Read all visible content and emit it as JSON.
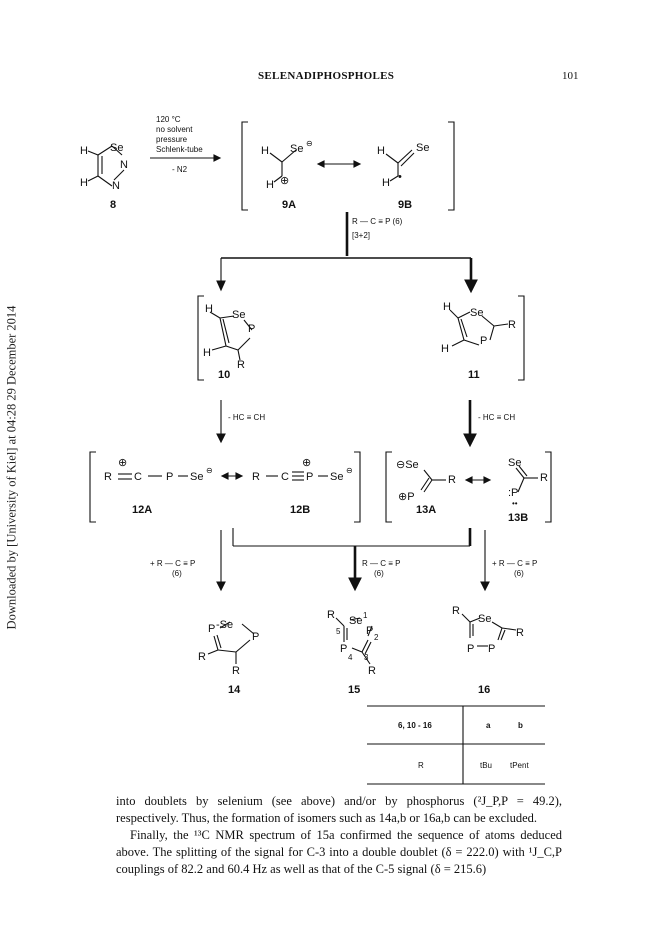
{
  "header": {
    "running_title": "SELENADIPHOSPHOLES",
    "page_number": "101"
  },
  "sidebar": {
    "download_note": "Downloaded by [University of Kiel] at 04:28 29 December 2014"
  },
  "scheme": {
    "conditions": [
      "120 °C",
      "no solvent",
      "pressure",
      "Schlenk-tube",
      "- N2"
    ],
    "reagent_cycloaddition": "R — C ≡ P  (6)",
    "cycloaddition_label": "[3+2]",
    "loss_acetylene": "- HC ≡ CH",
    "reagent_addition": "+ R — C ≡ P",
    "reagent_center": "R — C ≡ P",
    "reagent_ref": "(6)",
    "compounds": {
      "c8": "8",
      "c9A": "9A",
      "c9B": "9B",
      "c10": "10",
      "c11": "11",
      "c12A": "12A",
      "c12B": "12B",
      "c13A": "13A",
      "c13B": "13B",
      "c14": "14",
      "c15": "15",
      "c16": "16"
    }
  },
  "legend_table": {
    "header": [
      "6, 10 - 16",
      "a",
      "b"
    ],
    "row": [
      "R",
      "tBu",
      "tPent"
    ]
  },
  "body": {
    "p1": "into doublets by selenium (see above) and/or by phosphorus (²J_P,P = 49.2), respectively. Thus, the formation of isomers such as 14a,b or 16a,b can be excluded.",
    "p2": "Finally, the ¹³C NMR spectrum of 15a confirmed the sequence of atoms deduced above. The splitting of the signal for C-3 into a double doublet (δ = 222.0) with ¹J_C,P couplings of 82.2 and 60.4 Hz as well as that of the C-5 signal (δ = 215.6)"
  }
}
